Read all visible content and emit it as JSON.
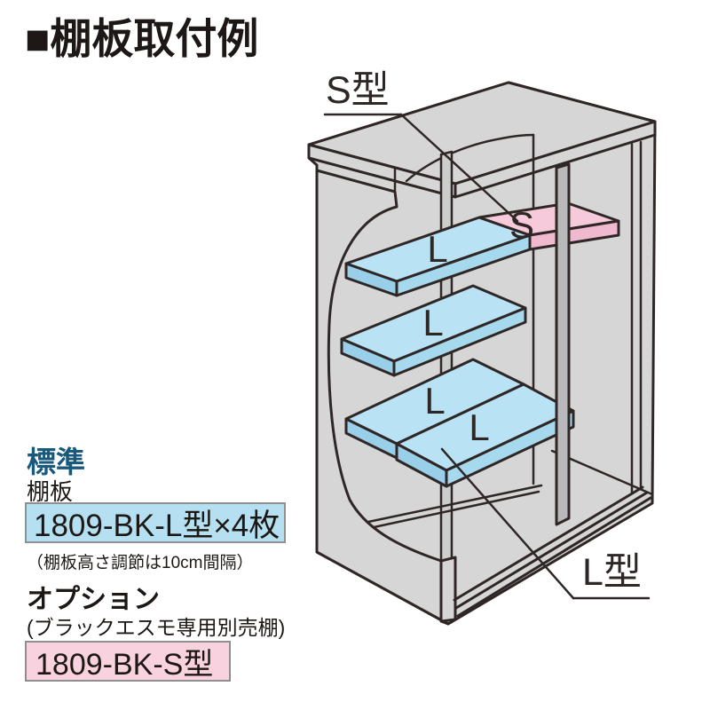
{
  "title": "■棚板取付例",
  "diagram": {
    "label_s_type": "S型",
    "label_l_type": "L型",
    "shelf_top_s": "S",
    "shelf_top_l": "L",
    "shelf_mid_l": "L",
    "shelf_bottom_back_l": "L",
    "shelf_bottom_front_l": "L",
    "colors": {
      "body_gray": "#d6d6d7",
      "outline": "#2f2725",
      "shelf_l_blue": "#b9e3f5",
      "shelf_s_pink": "#f6cada",
      "door_post_gray": "#b9b9bb"
    }
  },
  "legend": {
    "standard": {
      "heading": "標準",
      "heading_color": "#19597c",
      "sub": "棚板",
      "code": "1809-BK-L型×4枚",
      "code_bg": "#b5e0f1",
      "note": "（棚板高さ調節は10cm間隔）"
    },
    "option": {
      "heading": "オプション",
      "sub": "(ブラックエスモ専用別売棚)",
      "code": "1809-BK-S型",
      "code_bg": "#f8d3df"
    }
  }
}
